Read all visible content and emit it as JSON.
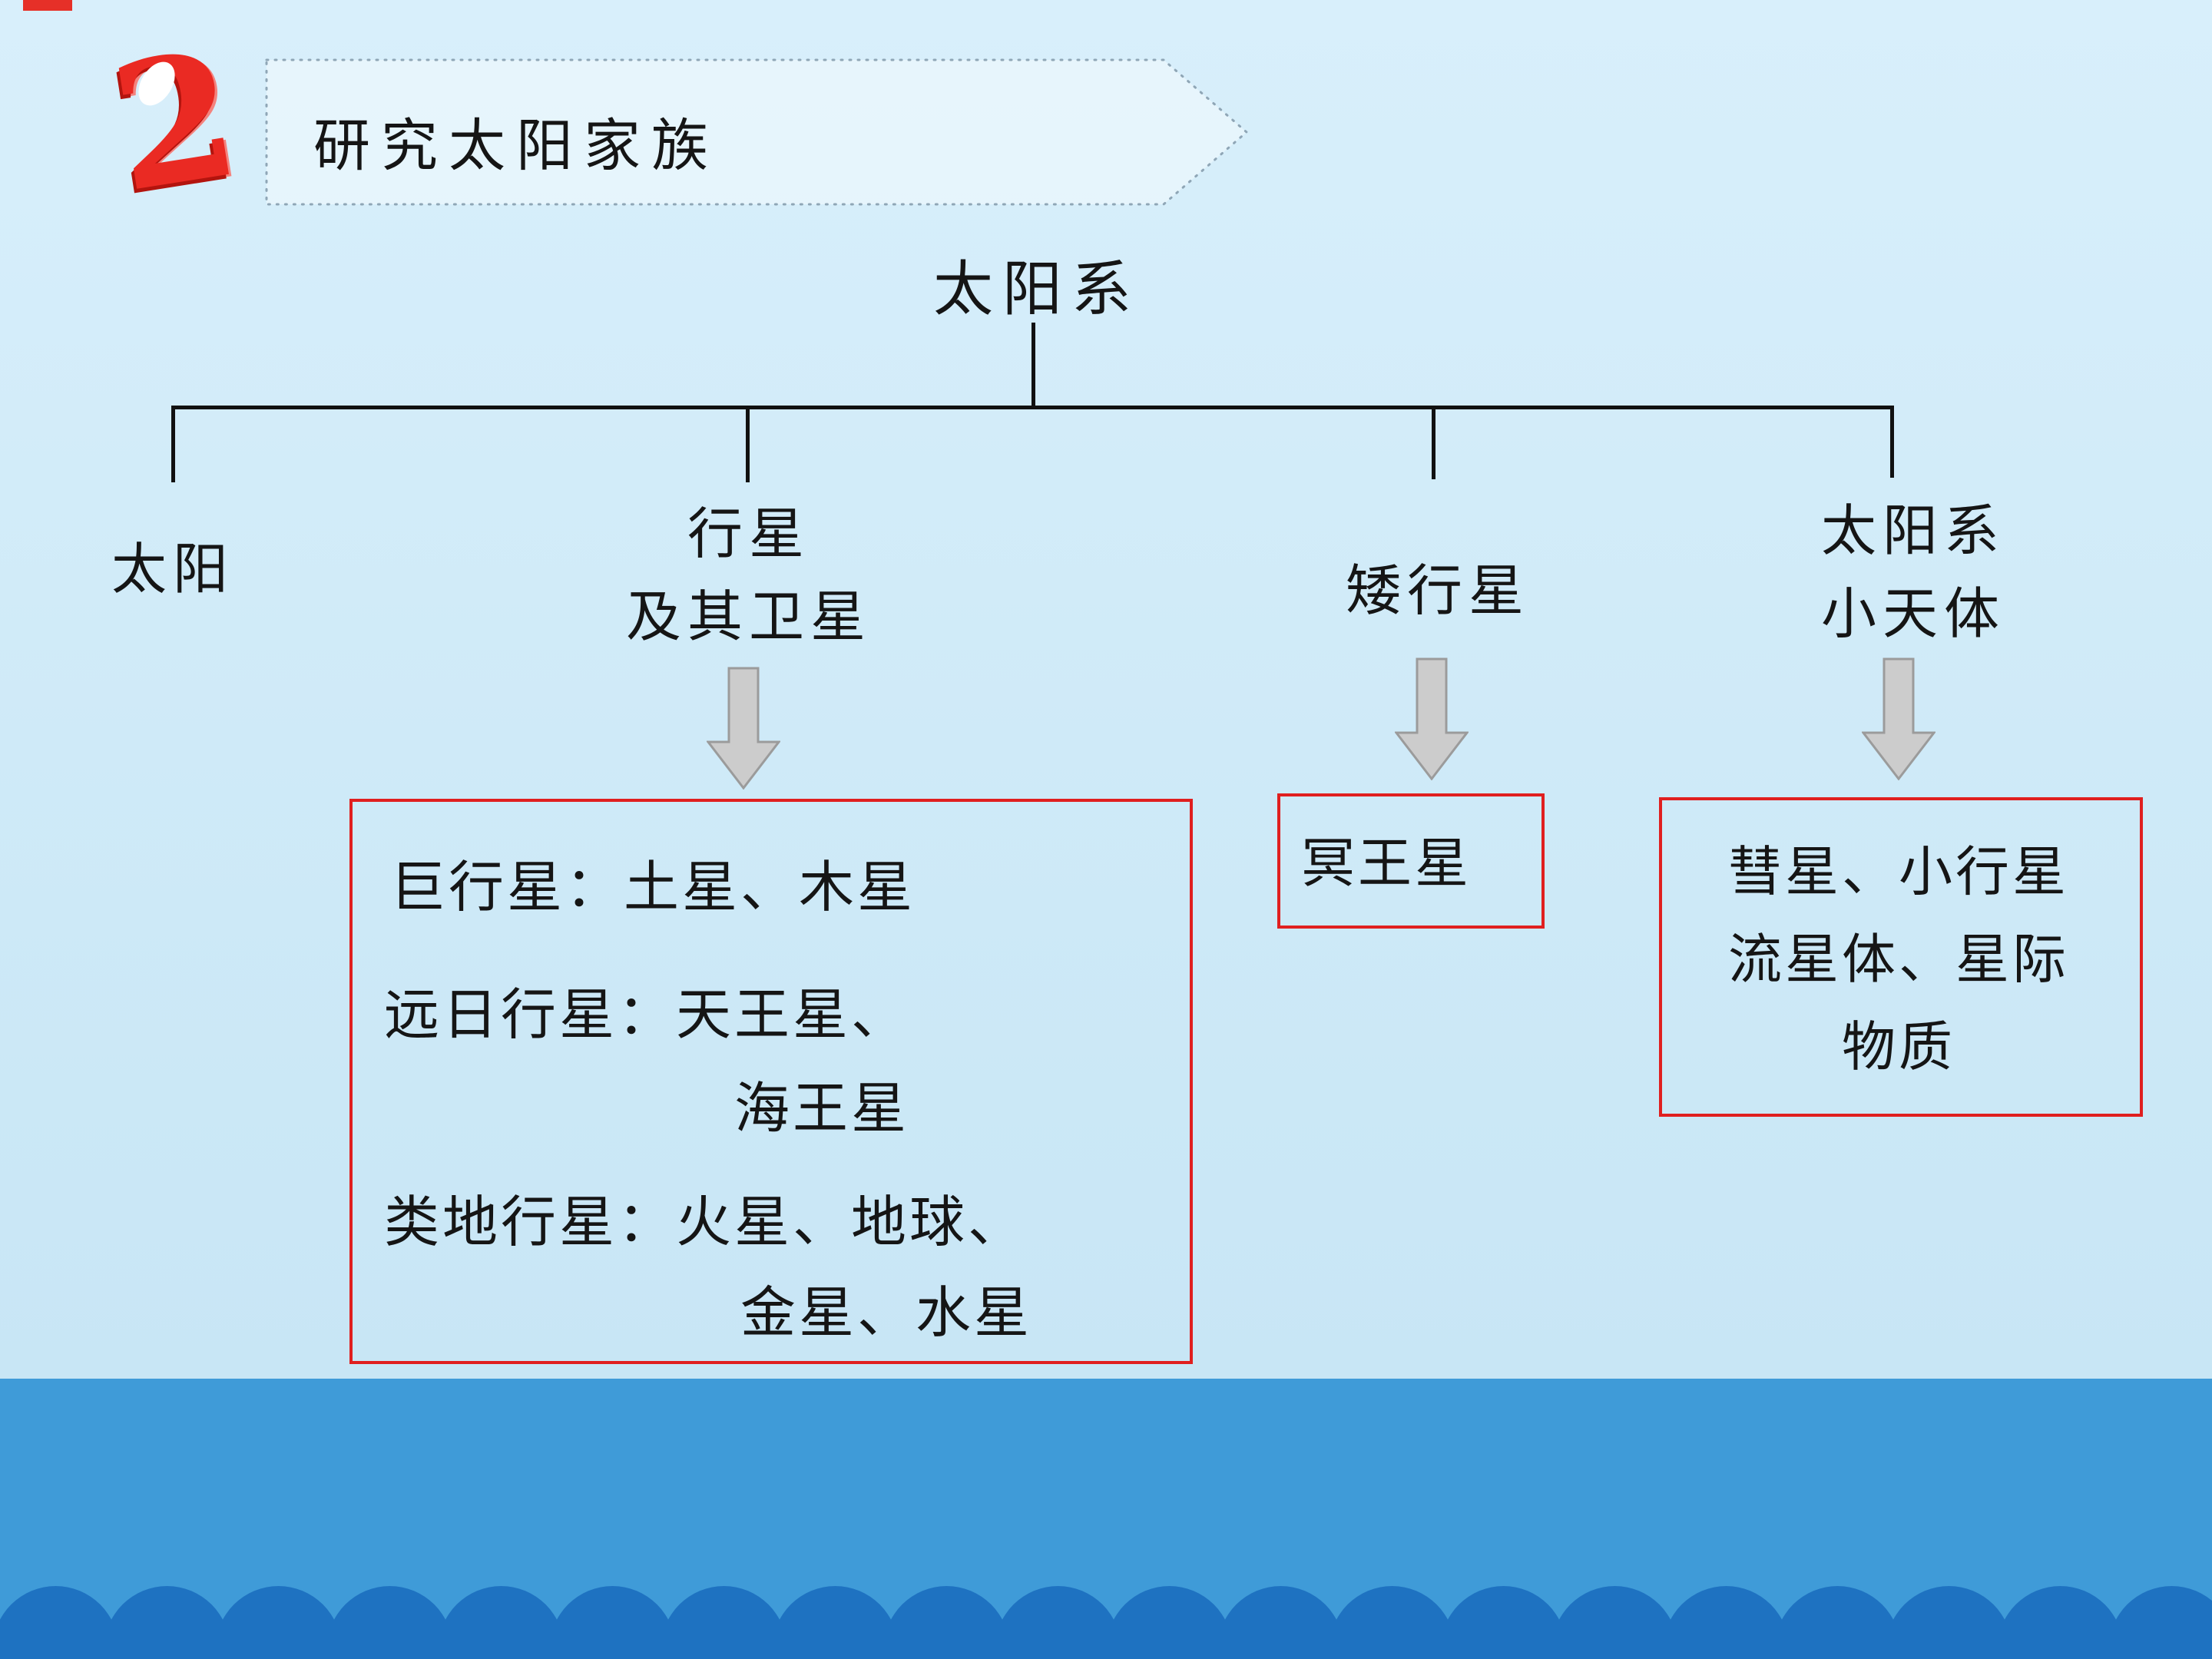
{
  "slide_number": "2",
  "banner": {
    "label": "研究太阳家族"
  },
  "tree": {
    "root": "太阳系",
    "branches": {
      "sun": {
        "line1": "太阳"
      },
      "planets": {
        "line1": "行星",
        "line2": "及其卫星"
      },
      "dwarf": {
        "line1": "矮行星"
      },
      "small": {
        "line1": "太阳系",
        "line2": "小天体"
      }
    }
  },
  "detail_boxes": {
    "planets": {
      "line1": "巨行星：土星、木星",
      "line2": "远日行星：天王星、",
      "line2b": "海王星",
      "line3": "类地行星：火星、地球、",
      "line3b": "金星、水星"
    },
    "dwarf": {
      "label": "冥王星"
    },
    "small_bodies": {
      "line1": "彗星、小行星",
      "line2": "流星体、星际",
      "line3": "物质"
    }
  },
  "icons": {
    "down_arrow": "down-arrow"
  },
  "colors": {
    "background_top": "#d8effb",
    "background_bottom": "#c5e4f4",
    "box_border": "#e01f1f",
    "connector": "#111111",
    "arrow_fill": "#cccccc",
    "arrow_stroke": "#9b9b9b",
    "band": "#3f9bd8",
    "scallop": "#1e72c1",
    "numeral_red": "#ea2a23"
  }
}
